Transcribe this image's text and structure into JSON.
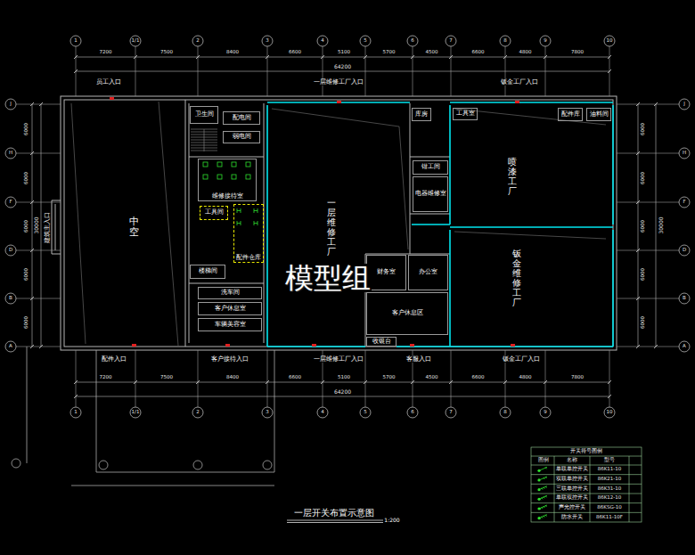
{
  "diagram": {
    "title": "一层开关布置示意图",
    "nodes": [
      {
        "text": [
          "中空"
        ]
      },
      {
        "text": [
          "一层维修工厂"
        ]
      },
      {
        "text": [
          "喷漆工厂"
        ]
      },
      {
        "text": [
          "钣金维修工厂"
        ]
      },
      {
        "text": [
          "卫生间"
        ]
      },
      {
        "text": [
          "配电间"
        ]
      },
      {
        "text": [
          "弱电间"
        ]
      },
      {
        "text": [
          "维修接待室"
        ]
      },
      {
        "text": [
          "工具间"
        ]
      },
      {
        "text": [
          "配件仓库"
        ]
      },
      {
        "text": [
          "楼梯间"
        ]
      },
      {
        "text": [
          "洗车间"
        ]
      },
      {
        "text": [
          "客户休息室"
        ]
      },
      {
        "text": [
          "车辆美容室"
        ]
      },
      {
        "text": [
          "库房"
        ]
      },
      {
        "text": [
          "工具室"
        ]
      },
      {
        "text": [
          "配件库"
        ]
      },
      {
        "text": [
          "油料间"
        ]
      },
      {
        "text": [
          "钳工间"
        ]
      },
      {
        "text": [
          "电器维修室"
        ]
      },
      {
        "text": [
          "财务室"
        ]
      },
      {
        "text": [
          "办公室"
        ]
      },
      {
        "text": [
          "客户休息区"
        ]
      },
      {
        "text": [
          "收银台"
        ]
      }
    ],
    "labels": [
      "1",
      "1/1",
      "2",
      "3",
      "4",
      "5",
      "6",
      "7",
      "8",
      "9",
      "10",
      "1",
      "1/1",
      "2",
      "3",
      "4",
      "5",
      "6",
      "7",
      "8",
      "9",
      "10",
      "J",
      "H",
      "F",
      "D",
      "B",
      "A",
      "J",
      "H",
      "F",
      "D",
      "B",
      "A",
      "7200",
      "7500",
      "8400",
      "6600",
      "5100",
      "5700",
      "4500",
      "6600",
      "4800",
      "7800",
      "64200",
      "7200",
      "7500",
      "8400",
      "6600",
      "5100",
      "5700",
      "4500",
      "6600",
      "4800",
      "7800",
      "64200",
      "6000",
      "6000",
      "6000",
      "6000",
      "6000",
      "30000",
      "6000",
      "6000",
      "6000",
      "6000",
      "6000",
      "30000",
      "员工入口",
      "一层维修工厂入口",
      "钣金工厂入口",
      "配件入口",
      "客户接待入口",
      "一层维修工厂入口",
      "客服入口",
      "钣金工厂入口",
      "建筑主入口",
      "模型组",
      "1:200",
      "开关符号图例",
      "图例",
      "名称",
      "型号",
      "86K11-10",
      "86K21-10",
      "86K31-10",
      "86K12-10",
      "86KSG-10",
      "86K11-10F"
    ],
    "legend": [
      {
        "text": "单联单控开关"
      },
      {
        "text": "双联单控开关"
      },
      {
        "text": "三联单控开关"
      },
      {
        "text": "单联双控开关"
      },
      {
        "text": "声光控开关"
      },
      {
        "text": "防水开关"
      }
    ]
  }
}
